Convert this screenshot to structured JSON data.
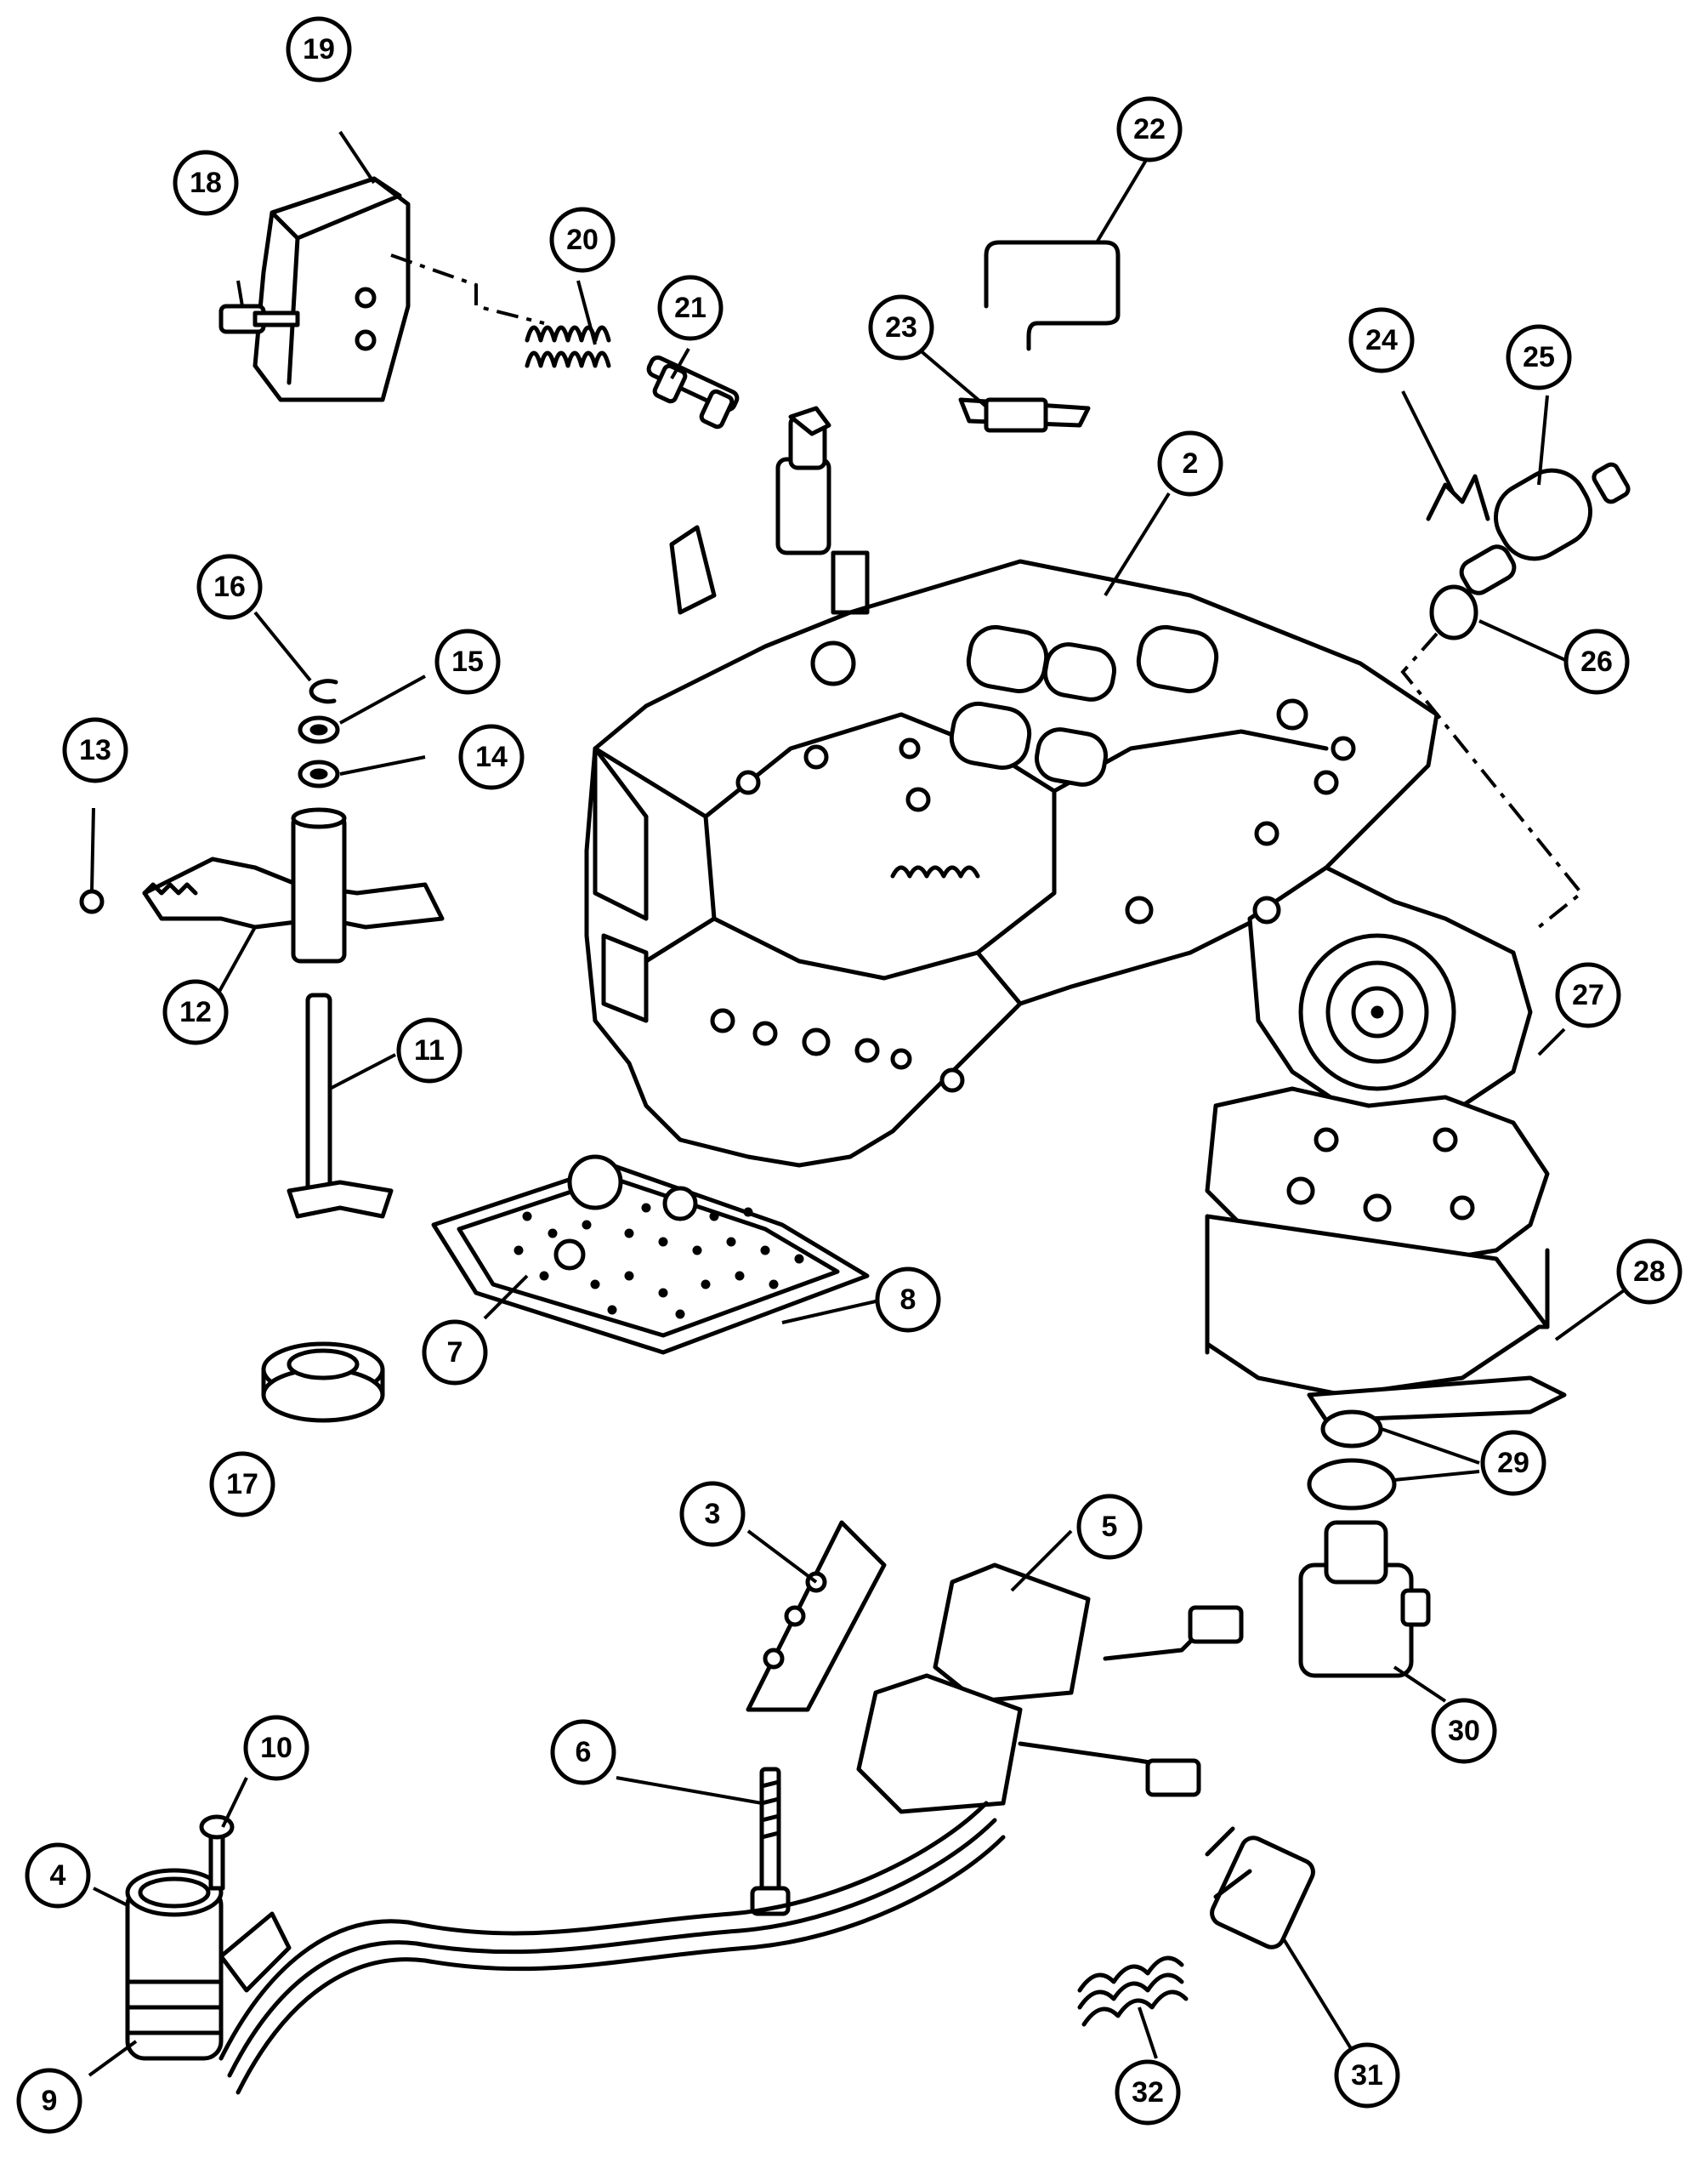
{
  "callouts": [
    {
      "label": "2"
    },
    {
      "label": "3"
    },
    {
      "label": "4"
    },
    {
      "label": "5"
    },
    {
      "label": "6"
    },
    {
      "label": "7"
    },
    {
      "label": "8"
    },
    {
      "label": "9"
    },
    {
      "label": "10"
    },
    {
      "label": "11"
    },
    {
      "label": "12"
    },
    {
      "label": "13"
    },
    {
      "label": "14"
    },
    {
      "label": "15"
    },
    {
      "label": "16"
    },
    {
      "label": "17"
    },
    {
      "label": "18"
    },
    {
      "label": "19"
    },
    {
      "label": "20"
    },
    {
      "label": "21"
    },
    {
      "label": "22"
    },
    {
      "label": "23"
    },
    {
      "label": "24"
    },
    {
      "label": "25"
    },
    {
      "label": "26"
    },
    {
      "label": "27"
    },
    {
      "label": "28"
    },
    {
      "label": "29"
    },
    {
      "label": "30"
    },
    {
      "label": "31"
    },
    {
      "label": "32"
    }
  ]
}
